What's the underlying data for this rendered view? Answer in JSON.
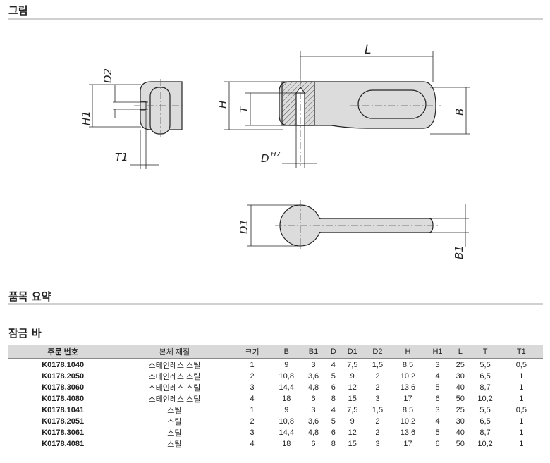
{
  "sections": {
    "drawing": "그림",
    "summary": "품목 요약",
    "product": "잠금 바"
  },
  "drawing_labels": {
    "L": "L",
    "H": "H",
    "T": "T",
    "B": "B",
    "D": "D",
    "D_sup": "H7",
    "D1": "D1",
    "D2": "D2",
    "H1": "H1",
    "T1": "T1",
    "B1": "B1"
  },
  "table": {
    "headers": [
      "주문 번호",
      "본체 재질",
      "크기",
      "B",
      "B1",
      "D",
      "D1",
      "D2",
      "H",
      "H1",
      "L",
      "T",
      "T1"
    ],
    "rows": [
      [
        "K0178.1040",
        "스테인레스 스틸",
        "1",
        "9",
        "3",
        "4",
        "7,5",
        "1,5",
        "8,5",
        "3",
        "25",
        "5,5",
        "0,5"
      ],
      [
        "K0178.2050",
        "스테인레스 스틸",
        "2",
        "10,8",
        "3,6",
        "5",
        "9",
        "2",
        "10,2",
        "4",
        "30",
        "6,5",
        "1"
      ],
      [
        "K0178.3060",
        "스테인레스 스틸",
        "3",
        "14,4",
        "4,8",
        "6",
        "12",
        "2",
        "13,6",
        "5",
        "40",
        "8,7",
        "1"
      ],
      [
        "K0178.4080",
        "스테인레스 스틸",
        "4",
        "18",
        "6",
        "8",
        "15",
        "3",
        "17",
        "6",
        "50",
        "10,2",
        "1"
      ],
      [
        "K0178.1041",
        "스틸",
        "1",
        "9",
        "3",
        "4",
        "7,5",
        "1,5",
        "8,5",
        "3",
        "25",
        "5,5",
        "0,5"
      ],
      [
        "K0178.2051",
        "스틸",
        "2",
        "10,8",
        "3,6",
        "5",
        "9",
        "2",
        "10,2",
        "4",
        "30",
        "6,5",
        "1"
      ],
      [
        "K0178.3061",
        "스틸",
        "3",
        "14,4",
        "4,8",
        "6",
        "12",
        "2",
        "13,6",
        "5",
        "40",
        "8,7",
        "1"
      ],
      [
        "K0178.4081",
        "스틸",
        "4",
        "18",
        "6",
        "8",
        "15",
        "3",
        "17",
        "6",
        "50",
        "10,2",
        "1"
      ]
    ]
  }
}
